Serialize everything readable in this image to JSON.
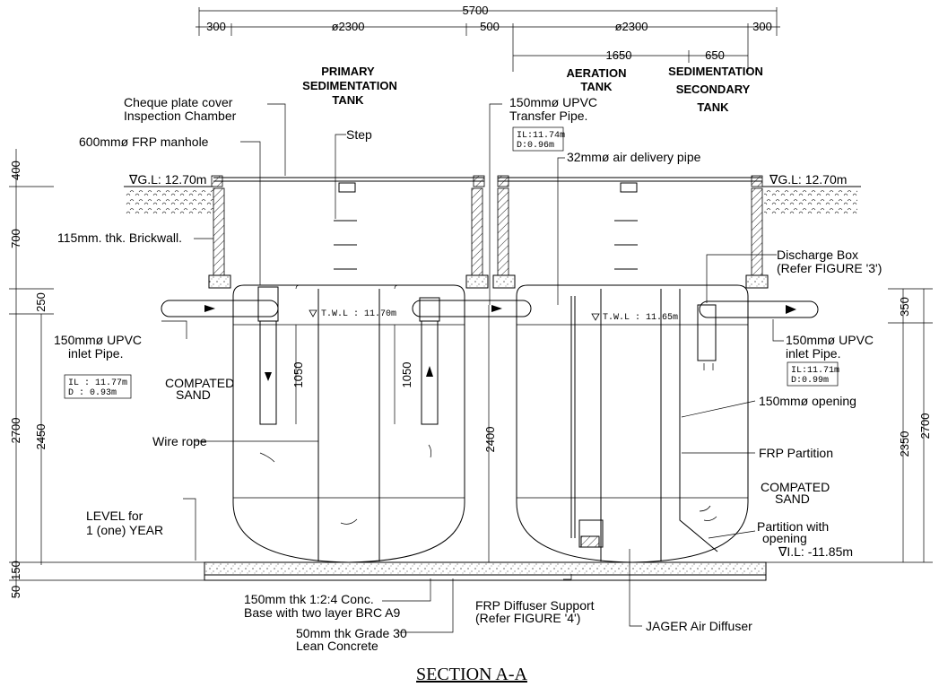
{
  "title": "SECTION A-A",
  "dimensions": {
    "overall": "5700",
    "top": [
      "300",
      "ø2300",
      "500",
      "ø2300",
      "300"
    ],
    "secondary": [
      "1650",
      "650"
    ],
    "left": [
      "400",
      "700",
      "250",
      "2700",
      "2450",
      "150",
      "50"
    ],
    "right": [
      "350",
      "2350",
      "2700"
    ],
    "inner": [
      "1050",
      "1050",
      "2400"
    ]
  },
  "tanks": {
    "primary": "PRIMARY SEDIMENTATION TANK",
    "aeration": "AERATION TANK",
    "secondary": "SEDIMENTATION SECONDARY TANK"
  },
  "labels": {
    "cheque_plate": "Cheque plate cover",
    "inspection": "Inspection Chamber",
    "manhole": "600mmø FRP manhole",
    "step": "Step",
    "transfer_pipe_1": "150mmø UPVC",
    "transfer_pipe_2": "Transfer Pipe.",
    "air_pipe": "32mmø air delivery pipe",
    "gl_left": "∇G.L: 12.70m",
    "gl_right": "∇G.L: 12.70m",
    "brickwall": "115mm. thk. Brickwall.",
    "discharge_1": "Discharge Box",
    "discharge_2": "(Refer FIGURE '3')",
    "inlet_1": "150mmø UPVC",
    "inlet_2": "inlet Pipe.",
    "outlet_1": "150mmø UPVC",
    "outlet_2": "inlet Pipe.",
    "twl_1": "T.W.L : 11.70m",
    "twl_2": "T.W.L : 11.65m",
    "compacted_left_1": "COMPATED",
    "compacted_left_2": "SAND",
    "compacted_right_1": "COMPATED",
    "compacted_right_2": "SAND",
    "opening": "150mmø opening",
    "frp_partition": "FRP Partition",
    "wire_rope": "Wire rope",
    "level_1": "LEVEL for",
    "level_2": "1 (one) YEAR",
    "partition_1": "Partition with",
    "partition_2": "opening",
    "il_bottom": "∇I.L: -11.85m",
    "base_1": "150mm thk 1:2:4 Conc.",
    "base_2": "Base with two layer BRC A9",
    "lean_1": "50mm thk Grade 30",
    "lean_2": "Lean Concrete",
    "diffuser_support_1": "FRP Diffuser Support",
    "diffuser_support_2": "(Refer FIGURE '4')",
    "jager": "JAGER Air Diffuser"
  },
  "boxes": {
    "transfer": [
      "IL:11.74m",
      "D:0.96m"
    ],
    "inlet": [
      "IL : 11.77m",
      "D : 0.93m"
    ],
    "outlet": [
      "IL:11.71m",
      "D:0.99m"
    ]
  }
}
